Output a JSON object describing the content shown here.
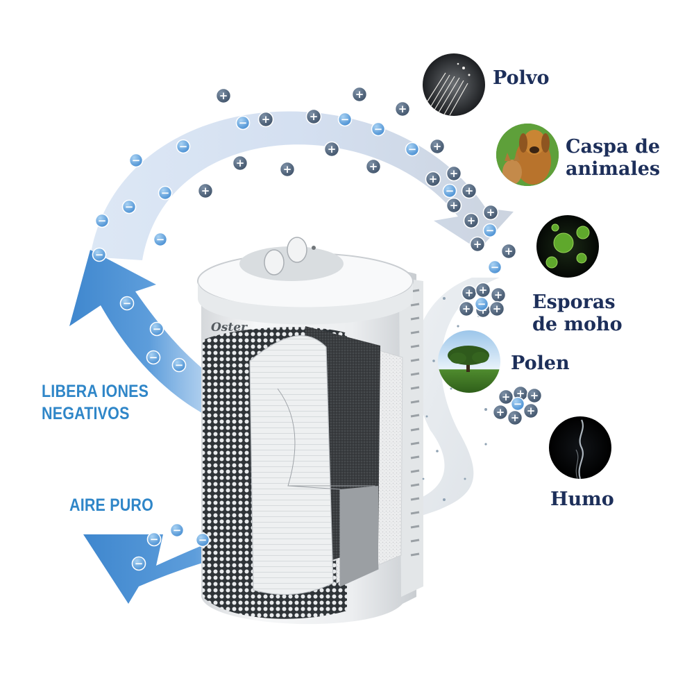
{
  "pollutants": [
    {
      "name": "dust",
      "lines": [
        "Polvo"
      ],
      "icon": "dust-icon"
    },
    {
      "name": "pet-dander",
      "lines": [
        "Caspa de",
        "animales"
      ],
      "icon": "dog-cat-icon"
    },
    {
      "name": "mold-spores",
      "lines": [
        "Esporas",
        "de moho"
      ],
      "icon": "mold-spore-icon"
    },
    {
      "name": "pollen",
      "lines": [
        "Polen"
      ],
      "icon": "tree-icon"
    },
    {
      "name": "smoke",
      "lines": [
        "Humo"
      ],
      "icon": "smoke-icon"
    }
  ],
  "callouts": {
    "ions": [
      "LIBERA IONES",
      "NEGATIVOS"
    ],
    "clean_air": [
      "AIRE PURO"
    ]
  },
  "brand": "Oster",
  "ion_symbols": {
    "positive": "+",
    "negative": "−"
  },
  "colors": {
    "label_text": "#1d2f5a",
    "callout_text": "#2f86c8",
    "clean_air_arrow": "#4a8fd0",
    "positive_ion": "#4a5f77",
    "negative_ion": "#5a9bd8"
  }
}
